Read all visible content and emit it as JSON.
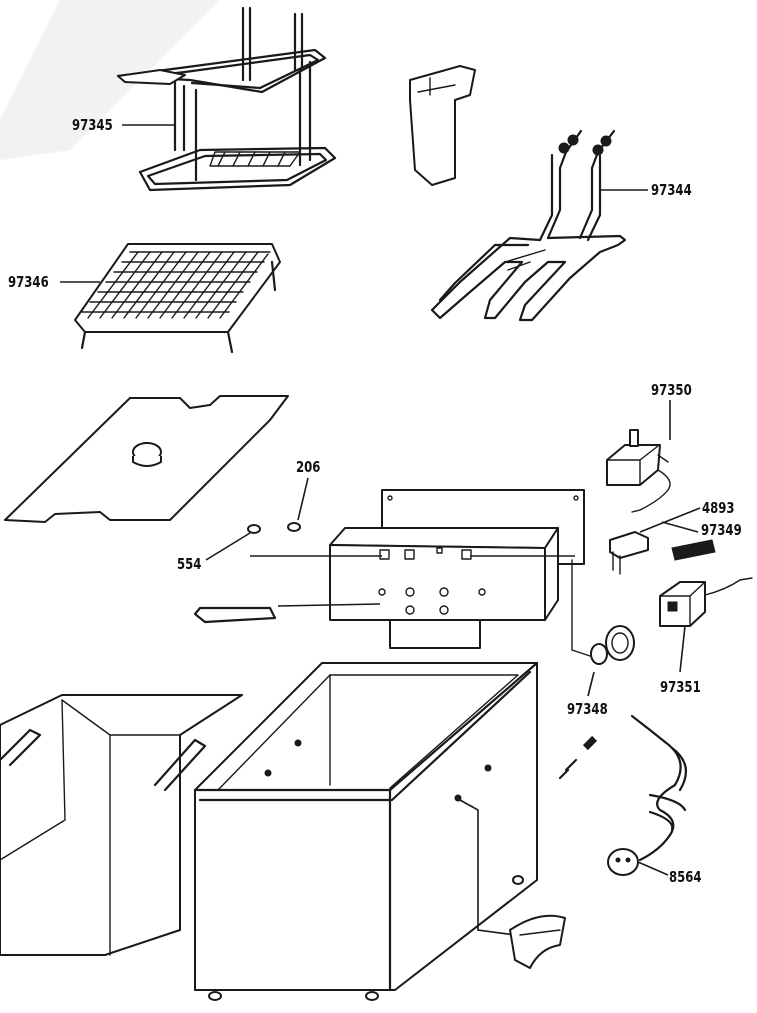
{
  "labels": {
    "basket": "97345",
    "heating_element": "97344",
    "grid_rack": "97346",
    "thermostat": "97350",
    "part_206": "206",
    "part_4893": "4893",
    "part_97349": "97349",
    "part_554": "554",
    "timer_knob": "97348",
    "control_box": "97351",
    "power_cord": "8564"
  },
  "colors": {
    "line": "#1a1a1a",
    "background": "#ffffff"
  }
}
